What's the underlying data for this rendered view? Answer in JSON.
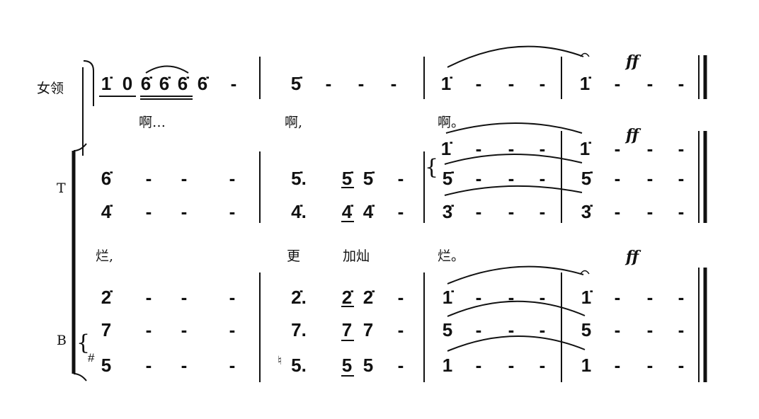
{
  "parts": {
    "lead": "女领",
    "tenor": "T",
    "bass": "B"
  },
  "dynamics": [
    "ff",
    "ff",
    "ff"
  ],
  "lyrics": {
    "lead": [
      "啊…",
      "啊,",
      "啊。"
    ],
    "choir": [
      "烂,",
      "更",
      "加灿",
      "烂。"
    ]
  },
  "rows": [
    {
      "name": "lead",
      "cells": [
        "1̇",
        "0",
        "6̇",
        "6̇",
        "6̇",
        "6̇",
        "-",
        "5̇",
        "-",
        "-",
        "-",
        "1̇",
        "-",
        "-",
        "-",
        "1̇",
        "-",
        "-",
        "-"
      ]
    },
    {
      "name": "tenor-a",
      "cells": [
        "1̇",
        "-",
        "-",
        "-",
        "1̇",
        "-",
        "-",
        "-"
      ]
    },
    {
      "name": "tenor-b",
      "cells": [
        "6̇",
        "-",
        "-",
        "-",
        "5̇.",
        "5̇",
        "5̇",
        "-",
        "5̇",
        "-",
        "-",
        "-",
        "5̇",
        "-",
        "-",
        "-"
      ]
    },
    {
      "name": "tenor-c",
      "cells": [
        "4̇",
        "-",
        "-",
        "-",
        "4̇.",
        "4̇",
        "4̇",
        "-",
        "3̇",
        "-",
        "-",
        "-",
        "3̇",
        "-",
        "-",
        "-"
      ]
    },
    {
      "name": "bass-a",
      "cells": [
        "2̇",
        "-",
        "-",
        "-",
        "2̇.",
        "2̇",
        "2̇",
        "-",
        "1̇",
        "-",
        "-",
        "-",
        "1̇",
        "-",
        "-",
        "-"
      ]
    },
    {
      "name": "bass-b",
      "cells": [
        "7",
        "-",
        "-",
        "-",
        "7.",
        "7",
        "7",
        "-",
        "5",
        "-",
        "-",
        "-",
        "5",
        "-",
        "-",
        "-"
      ]
    },
    {
      "name": "bass-c",
      "cells": [
        "5",
        "-",
        "-",
        "-",
        "5.",
        "5",
        "5",
        "-",
        "1",
        "-",
        "-",
        "-",
        "1",
        "-",
        "-",
        "-"
      ]
    }
  ],
  "accidentals": {
    "sharp": "#",
    "natural": "♮"
  }
}
